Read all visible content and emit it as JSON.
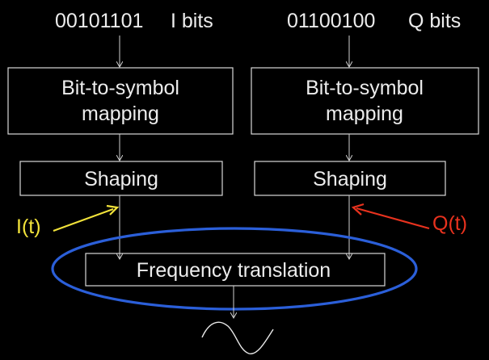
{
  "left_branch": {
    "bits": "00101101",
    "bits_label": "I bits",
    "mapping_line1": "Bit-to-symbol",
    "mapping_line2": "mapping",
    "shaping": "Shaping",
    "signal": "I(t)",
    "signal_color": "#f1e23a"
  },
  "right_branch": {
    "bits": "01100100",
    "bits_label": "Q bits",
    "mapping_line1": "Bit-to-symbol",
    "mapping_line2": "mapping",
    "shaping": "Shaping",
    "signal": "Q(t)",
    "signal_color": "#e8321e"
  },
  "translation": {
    "label": "Frequency translation",
    "highlight_color": "#2b5fd9"
  },
  "output": {
    "icon": "sine-wave-icon"
  }
}
